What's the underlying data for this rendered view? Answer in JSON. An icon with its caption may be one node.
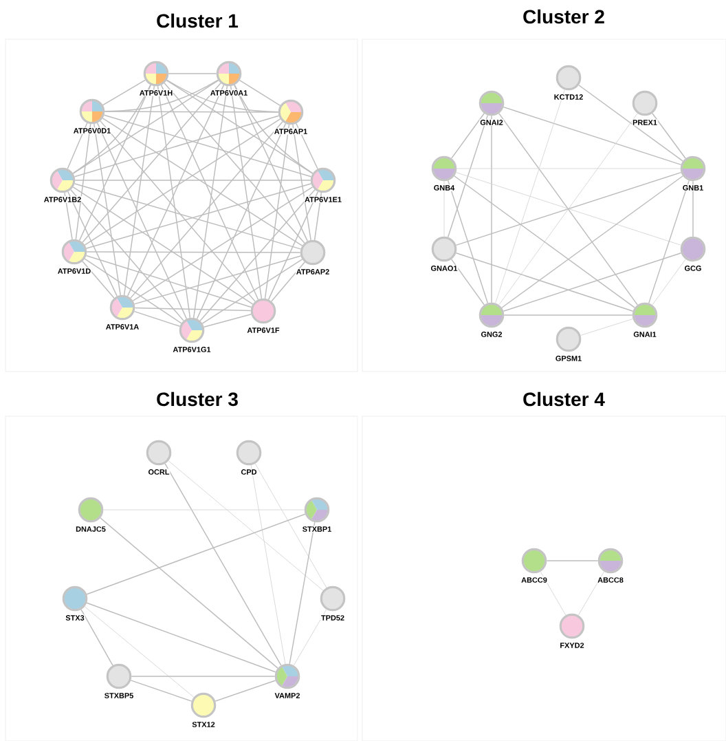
{
  "diagram": {
    "nodes": [
      {
        "text": [
          "Cluster 1"
        ]
      },
      {
        "text": [
          "ATP6V1H"
        ],
        "in": 0
      },
      {
        "text": [
          "ATP6V0A1"
        ],
        "in": 0
      },
      {
        "text": [
          "ATP6V0D1"
        ],
        "in": 0
      },
      {
        "text": [
          "ATP6AP1"
        ],
        "in": 0
      },
      {
        "text": [
          "ATP6V1B2"
        ],
        "in": 0
      },
      {
        "text": [
          "ATP6V1E1"
        ],
        "in": 0
      },
      {
        "text": [
          "ATP6V1D"
        ],
        "in": 0
      },
      {
        "text": [
          "ATP6AP2"
        ],
        "in": 0
      },
      {
        "text": [
          "ATP6V1A"
        ],
        "in": 0
      },
      {
        "text": [
          "ATP6V1F"
        ],
        "in": 0
      },
      {
        "text": [
          "ATP6V1G1"
        ],
        "in": 0
      },
      {
        "text": [
          "Cluster 2"
        ]
      },
      {
        "text": [
          "KCTD12"
        ],
        "in": 12
      },
      {
        "text": [
          "GNAI2"
        ],
        "in": 12
      },
      {
        "text": [
          "PREX1"
        ],
        "in": 12
      },
      {
        "text": [
          "GNB4"
        ],
        "in": 12
      },
      {
        "text": [
          "GNB1"
        ],
        "in": 12
      },
      {
        "text": [
          "GNAO1"
        ],
        "in": 12
      },
      {
        "text": [
          "GCG"
        ],
        "in": 12
      },
      {
        "text": [
          "GNG2"
        ],
        "in": 12
      },
      {
        "text": [
          "GNAI1"
        ],
        "in": 12
      },
      {
        "text": [
          "GPSM1"
        ],
        "in": 12
      },
      {
        "text": [
          "Cluster 3"
        ]
      },
      {
        "text": [
          "OCRL"
        ],
        "in": 23
      },
      {
        "text": [
          "CPD"
        ],
        "in": 23
      },
      {
        "text": [
          "DNAJC5"
        ],
        "in": 23
      },
      {
        "text": [
          "STXBP1"
        ],
        "in": 23
      },
      {
        "text": [
          "STX3"
        ],
        "in": 23
      },
      {
        "text": [
          "TPD52"
        ],
        "in": 23
      },
      {
        "text": [
          "STXBP5"
        ],
        "in": 23
      },
      {
        "text": [
          "VAMP2"
        ],
        "in": 23
      },
      {
        "text": [
          "STX12"
        ],
        "in": 23
      },
      {
        "text": [
          "Cluster 4"
        ]
      },
      {
        "text": [
          "ABCC9"
        ],
        "in": 33
      },
      {
        "text": [
          "ABCC8"
        ],
        "in": 33
      },
      {
        "text": [
          "FXYD2"
        ],
        "in": 33
      }
    ],
    "edges": [
      {
        "from": 1,
        "to": 2,
        "arrow": "none"
      },
      {
        "from": 1,
        "to": 3,
        "arrow": "none"
      },
      {
        "from": 1,
        "to": 4,
        "arrow": "none"
      },
      {
        "from": 1,
        "to": 5,
        "arrow": "none"
      },
      {
        "from": 1,
        "to": 6,
        "arrow": "none"
      },
      {
        "from": 1,
        "to": 7,
        "arrow": "none"
      },
      {
        "from": 1,
        "to": 8,
        "arrow": "none"
      },
      {
        "from": 1,
        "to": 9,
        "arrow": "none"
      },
      {
        "from": 1,
        "to": 10,
        "arrow": "none"
      },
      {
        "from": 1,
        "to": 11,
        "arrow": "none"
      },
      {
        "from": 2,
        "to": 3,
        "arrow": "none"
      },
      {
        "from": 2,
        "to": 4,
        "arrow": "none"
      },
      {
        "from": 2,
        "to": 5,
        "arrow": "none"
      },
      {
        "from": 2,
        "to": 6,
        "arrow": "none"
      },
      {
        "from": 2,
        "to": 7,
        "arrow": "none"
      },
      {
        "from": 2,
        "to": 8,
        "arrow": "none"
      },
      {
        "from": 2,
        "to": 9,
        "arrow": "none"
      },
      {
        "from": 2,
        "to": 10,
        "arrow": "none"
      },
      {
        "from": 2,
        "to": 11,
        "arrow": "none"
      },
      {
        "from": 3,
        "to": 4,
        "arrow": "none"
      },
      {
        "from": 3,
        "to": 5,
        "arrow": "none"
      },
      {
        "from": 3,
        "to": 6,
        "arrow": "none"
      },
      {
        "from": 3,
        "to": 7,
        "arrow": "none"
      },
      {
        "from": 3,
        "to": 8,
        "arrow": "none"
      },
      {
        "from": 3,
        "to": 9,
        "arrow": "none"
      },
      {
        "from": 3,
        "to": 10,
        "arrow": "none"
      },
      {
        "from": 3,
        "to": 11,
        "arrow": "none"
      },
      {
        "from": 4,
        "to": 5,
        "arrow": "none"
      },
      {
        "from": 4,
        "to": 6,
        "arrow": "none"
      },
      {
        "from": 4,
        "to": 7,
        "arrow": "none"
      },
      {
        "from": 4,
        "to": 8,
        "arrow": "none"
      },
      {
        "from": 4,
        "to": 9,
        "arrow": "none"
      },
      {
        "from": 4,
        "to": 10,
        "arrow": "none"
      },
      {
        "from": 4,
        "to": 11,
        "arrow": "none"
      },
      {
        "from": 5,
        "to": 6,
        "arrow": "none"
      },
      {
        "from": 5,
        "to": 7,
        "arrow": "none"
      },
      {
        "from": 5,
        "to": 8,
        "arrow": "none"
      },
      {
        "from": 5,
        "to": 9,
        "arrow": "none"
      },
      {
        "from": 5,
        "to": 10,
        "arrow": "none"
      },
      {
        "from": 5,
        "to": 11,
        "arrow": "none"
      },
      {
        "from": 6,
        "to": 7,
        "arrow": "none"
      },
      {
        "from": 6,
        "to": 8,
        "arrow": "none"
      },
      {
        "from": 6,
        "to": 9,
        "arrow": "none"
      },
      {
        "from": 6,
        "to": 10,
        "arrow": "none"
      },
      {
        "from": 6,
        "to": 11,
        "arrow": "none"
      },
      {
        "from": 7,
        "to": 8,
        "arrow": "none"
      },
      {
        "from": 7,
        "to": 9,
        "arrow": "none"
      },
      {
        "from": 7,
        "to": 10,
        "arrow": "none"
      },
      {
        "from": 7,
        "to": 11,
        "arrow": "none"
      },
      {
        "from": 8,
        "to": 9,
        "arrow": "none"
      },
      {
        "from": 8,
        "to": 10,
        "arrow": "none"
      },
      {
        "from": 8,
        "to": 11,
        "arrow": "none"
      },
      {
        "from": 9,
        "to": 10,
        "arrow": "none"
      },
      {
        "from": 9,
        "to": 11,
        "arrow": "none"
      },
      {
        "from": 10,
        "to": 11,
        "arrow": "none"
      },
      {
        "from": 14,
        "to": 17,
        "arrow": "none"
      },
      {
        "from": 14,
        "to": 16,
        "arrow": "none"
      },
      {
        "from": 14,
        "to": 18,
        "arrow": "none"
      },
      {
        "from": 14,
        "to": 20,
        "arrow": "none"
      },
      {
        "from": 14,
        "to": 21,
        "arrow": "none"
      },
      {
        "from": 13,
        "to": 17,
        "arrow": "none"
      },
      {
        "from": 13,
        "to": 20,
        "arrow": "none",
        "color": "#d6d6d6"
      },
      {
        "from": 15,
        "to": 17,
        "arrow": "none"
      },
      {
        "from": 15,
        "to": 20,
        "arrow": "none",
        "color": "#d6d6d6"
      },
      {
        "from": 16,
        "to": 17,
        "arrow": "none",
        "color": "#d6d6d6"
      },
      {
        "from": 16,
        "to": 19,
        "arrow": "none",
        "color": "#d6d6d6"
      },
      {
        "from": 16,
        "to": 18,
        "arrow": "none",
        "color": "#d6d6d6"
      },
      {
        "from": 16,
        "to": 20,
        "arrow": "none"
      },
      {
        "from": 16,
        "to": 21,
        "arrow": "none"
      },
      {
        "from": 17,
        "to": 18,
        "arrow": "none"
      },
      {
        "from": 17,
        "to": 20,
        "arrow": "none"
      },
      {
        "from": 17,
        "to": 19,
        "arrow": "none"
      },
      {
        "from": 17,
        "to": 21,
        "arrow": "none"
      },
      {
        "from": 18,
        "to": 20,
        "arrow": "none"
      },
      {
        "from": 18,
        "to": 21,
        "arrow": "none"
      },
      {
        "from": 19,
        "to": 20,
        "arrow": "none"
      },
      {
        "from": 19,
        "to": 21,
        "arrow": "none",
        "color": "#d6d6d6"
      },
      {
        "from": 20,
        "to": 21,
        "arrow": "none"
      },
      {
        "from": 22,
        "to": 21,
        "arrow": "none",
        "color": "#d6d6d6"
      },
      {
        "from": 24,
        "to": 31,
        "arrow": "none"
      },
      {
        "from": 24,
        "to": 29,
        "arrow": "none",
        "color": "#d6d6d6"
      },
      {
        "from": 25,
        "to": 31,
        "arrow": "none",
        "color": "#d6d6d6"
      },
      {
        "from": 25,
        "to": 29,
        "arrow": "none",
        "color": "#d6d6d6"
      },
      {
        "from": 26,
        "to": 27,
        "arrow": "none",
        "color": "#d6d6d6"
      },
      {
        "from": 26,
        "to": 31,
        "arrow": "none"
      },
      {
        "from": 27,
        "to": 28,
        "arrow": "none"
      },
      {
        "from": 27,
        "to": 31,
        "arrow": "none"
      },
      {
        "from": 28,
        "to": 31,
        "arrow": "none"
      },
      {
        "from": 28,
        "to": 30,
        "arrow": "none"
      },
      {
        "from": 28,
        "to": 32,
        "arrow": "none",
        "color": "#d6d6d6"
      },
      {
        "from": 29,
        "to": 31,
        "arrow": "none",
        "color": "#d6d6d6"
      },
      {
        "from": 30,
        "to": 31,
        "arrow": "none"
      },
      {
        "from": 30,
        "to": 32,
        "arrow": "none"
      },
      {
        "from": 32,
        "to": 31,
        "arrow": "none"
      },
      {
        "from": 34,
        "to": 35,
        "arrow": "none"
      },
      {
        "from": 34,
        "to": 36,
        "arrow": "none",
        "color": "#d6d6d6"
      },
      {
        "from": 35,
        "to": 36,
        "arrow": "none",
        "color": "#d6d6d6"
      }
    ]
  }
}
